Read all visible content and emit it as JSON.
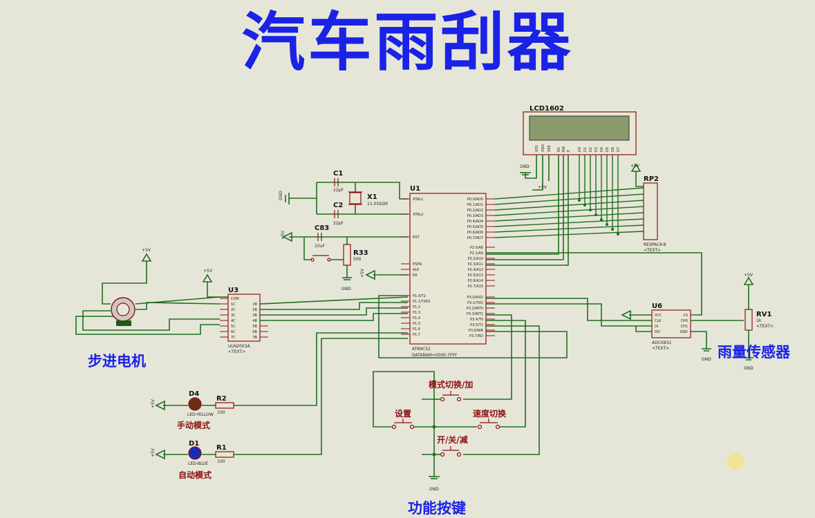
{
  "title": "汽车雨刮器",
  "labels": {
    "stepper": "步进电机",
    "rain_sensor": "雨量传感器",
    "function_keys": "功能按键",
    "manual_mode": "手动模式",
    "auto_mode": "自动模式",
    "mode_switch_add": "模式切换/加",
    "set": "设置",
    "speed_switch": "速度切换",
    "on_off_sub": "开/关/减"
  },
  "components": {
    "lcd": "LCD1602",
    "mcu": "U1",
    "mcu_part": "AT89C52",
    "mcu_ram": "DATARAM=0000-7FFF",
    "driver": "U3",
    "driver_part": "ULN2003A",
    "adc": "U6",
    "adc_part": "ADC0832",
    "rp2": "RP2",
    "rp2_part": "RESPACK-8",
    "c1": "C1",
    "c2": "C2",
    "c3": "C83",
    "cap_val": "22pF",
    "cap3_val": "10uF",
    "x1": "X1",
    "x1_val": "11.0592M",
    "r33": "R33",
    "r33_val": "500",
    "rv1": "RV1",
    "rv1_val": "1k",
    "d4": "D4",
    "d4_part": "LED-YELLOW",
    "d1": "D1",
    "d1_part": "LED-BLUE",
    "r2": "R2",
    "r1": "R1",
    "r_val": "100",
    "text": "<TEXT>",
    "vcc": "+5V",
    "gnd": "GND"
  },
  "pins": {
    "mcu_left": [
      "XTAL1",
      "XTAL2",
      "RST",
      "PSEN",
      "ALE",
      "EA",
      "P1.0/T2",
      "P1.1/T2EX",
      "P1.2",
      "P1.3",
      "P1.4",
      "P1.5",
      "P1.6",
      "P1.7"
    ],
    "mcu_right": [
      "P0.0/AD0",
      "P0.1/AD1",
      "P0.2/AD2",
      "P0.3/AD3",
      "P0.4/AD4",
      "P0.5/AD5",
      "P0.6/AD6",
      "P0.7/AD7",
      "P2.0/A8",
      "P2.1/A9",
      "P2.2/A10",
      "P2.3/A11",
      "P2.4/A12",
      "P2.5/A13",
      "P2.6/A14",
      "P2.7/A15",
      "P3.0/RXD",
      "P3.1/TXD",
      "P3.2/INT0",
      "P3.3/INT1",
      "P3.4/T0",
      "P3.5/T1",
      "P3.6/WR",
      "P3.7/RD"
    ],
    "uln_left": [
      "COM",
      "1C",
      "2C",
      "3C",
      "4C",
      "5C",
      "6C",
      "7C"
    ],
    "uln_right": [
      "1B",
      "2B",
      "3B",
      "4B",
      "5B",
      "6B",
      "7B"
    ],
    "adc_left": [
      "VCC",
      "CLK",
      "DI",
      "DO"
    ],
    "adc_right": [
      "CS",
      "CH0",
      "CH1",
      "GND"
    ],
    "lcd": [
      "VSS",
      "VDD",
      "VEE",
      "RS",
      "RW",
      "E",
      "D0",
      "D1",
      "D2",
      "D3",
      "D4",
      "D5",
      "D6",
      "D7"
    ]
  },
  "colors": {
    "wire": "#1f6e1f",
    "part": "#8b1010",
    "body": "#e8e6d4",
    "lcd_screen": "#8a9a6a",
    "title_blue": "#1a22e6"
  }
}
